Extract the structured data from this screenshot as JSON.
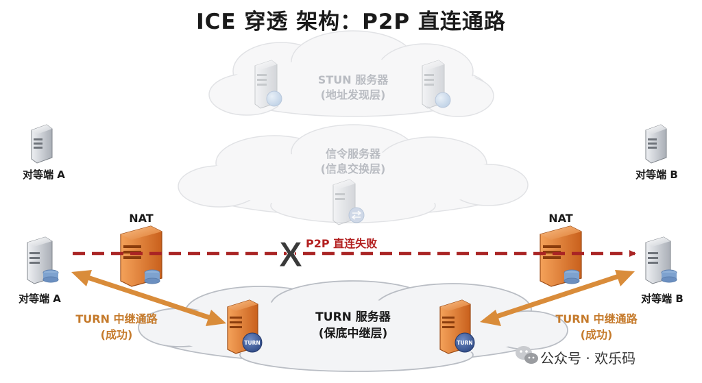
{
  "title": "ICE 穿透 架构：P2P 直连通路",
  "stun": {
    "line1": "STUN 服务器",
    "line2": "(地址发现层)"
  },
  "signaling": {
    "line1": "信令服务器",
    "line2": "(信息交换层)"
  },
  "turn": {
    "line1": "TURN 服务器",
    "line2": "(保底中继层)",
    "badge": "TURN"
  },
  "peer_a": "对等端 A",
  "peer_b": "对等端 B",
  "nat_label": "NAT",
  "p2p_fail": "P2P 直连失败",
  "fail_mark": "X",
  "relay_line1": "TURN 中继通路",
  "relay_line2": "(成功)",
  "watermark": "公众号 · 欢乐码",
  "colors": {
    "fail_line": "#a92424",
    "relay_arrow": "#d98c3a",
    "nat_orange": "#e67e2b",
    "cloud_fill": "#f3f4f6"
  }
}
